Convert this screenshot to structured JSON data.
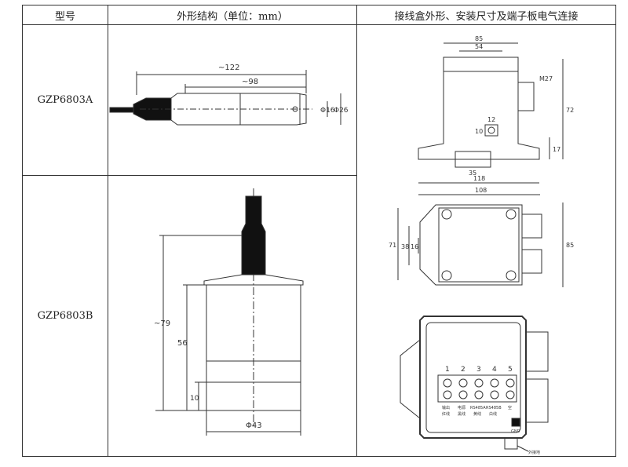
{
  "header": {
    "col1": "型号",
    "col2": "外形结构（单位：mm）",
    "col3": "接线盒外形、安装尺寸及端子板电气连接"
  },
  "rows": [
    {
      "model": "GZP6803A",
      "dims": {
        "len_total": "~122",
        "len_body": "~98",
        "d_inner": "Φ16",
        "d_outer": "Φ26"
      }
    },
    {
      "model": "GZP6803B",
      "dims": {
        "height_total": "~79",
        "height_body": "56",
        "height_base": "10",
        "diameter": "Φ43"
      }
    }
  ],
  "junction_box": {
    "side": {
      "w_top": "85",
      "w_inner": "54",
      "h_total": "72",
      "gland": "M27",
      "h_low": "17",
      "screw_w": "12",
      "screw_h": "10",
      "slot": "35",
      "w_base": "118"
    },
    "top": {
      "w": "108",
      "h": "85",
      "h_mount": "71",
      "h_hole": "38",
      "h_slot": "16"
    },
    "terminal": {
      "numbers": [
        "1",
        "2",
        "3",
        "4",
        "5"
      ],
      "labels_top": [
        "输出",
        "电源",
        "RS485A",
        "RS485B",
        "空"
      ],
      "labels_bottom": [
        "红线",
        "黑线",
        "黄线",
        "白线",
        ""
      ],
      "gnd": "GND",
      "ground": "外接地"
    }
  }
}
